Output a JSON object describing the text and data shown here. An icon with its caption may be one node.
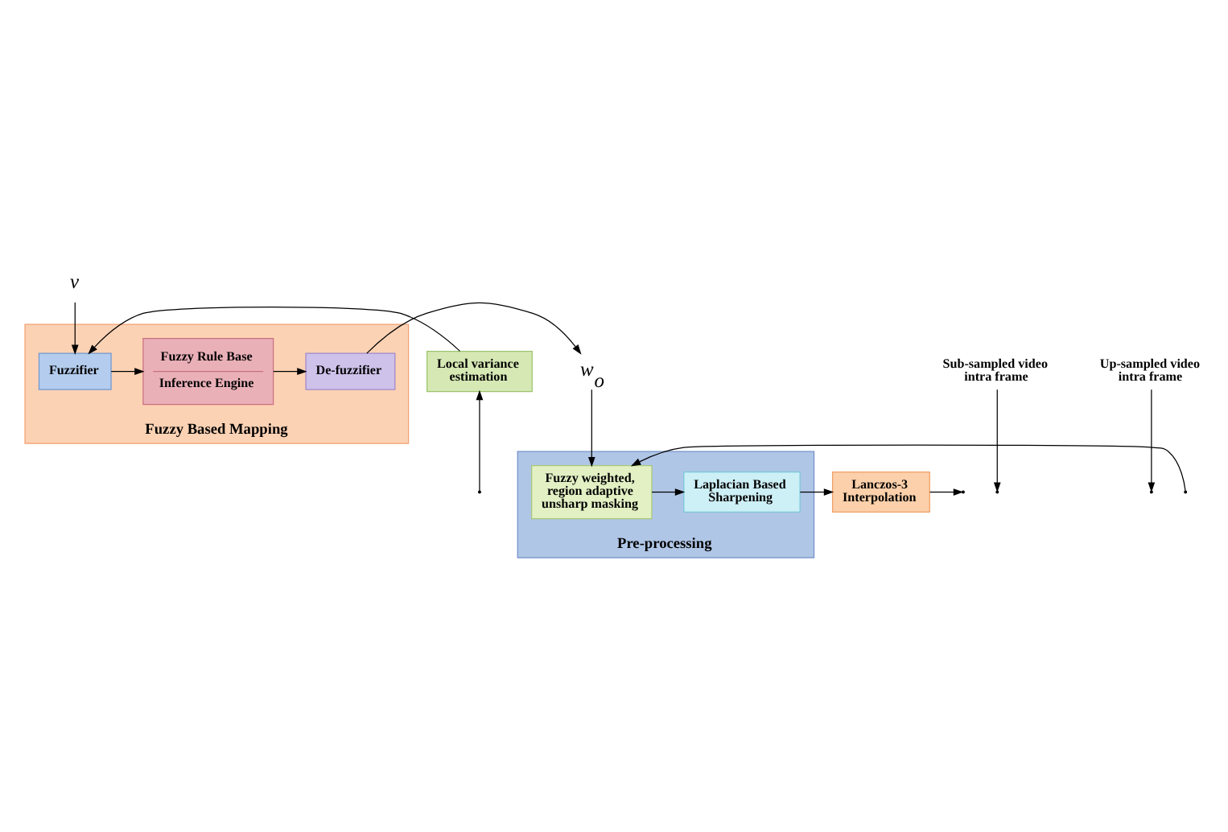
{
  "diagram": {
    "nodes": [
      {
        "text": [
          "Fuzzy Based Mapping"
        ]
      },
      {
        "text": [
          "Local variance estimation"
        ]
      },
      {
        "text": [
          "Fuzzifier"
        ],
        "in": 0
      },
      {
        "text": [
          "Fuzzy Rule Base",
          "Inference Engine"
        ],
        "in": 0
      },
      {
        "text": [
          "De-fuzzifier"
        ],
        "in": 0
      },
      {
        "text": [
          "Pre-processing"
        ]
      },
      {
        "text": [
          "Fuzzy weighted, region adaptive unsharp masking"
        ],
        "in": 5
      },
      {
        "text": [
          "Laplacian Based Sharpening"
        ],
        "in": 5
      },
      {
        "text": [
          "Lanczos-3 Interpolation"
        ]
      },
      {
        "text": [
          "v"
        ]
      },
      {
        "text": [
          "w$_{o}$"
        ]
      },
      {
        "text": [
          "Sub-sampled video intra frame"
        ]
      },
      {
        "text": [
          "Up-sampled video intra frame"
        ]
      }
    ],
    "edges": [
      {
        "from": null,
        "to": 6,
        "arrow": "to"
      },
      {
        "from": null,
        "to": 1,
        "arrow": "to"
      },
      {
        "from": 1,
        "to": 2,
        "arrow": "to"
      },
      {
        "from": 9,
        "to": 2,
        "arrow": "to"
      },
      {
        "from": 2,
        "to": 3,
        "arrow": "to"
      },
      {
        "from": 3,
        "to": 4,
        "arrow": "to"
      },
      {
        "from": 4,
        "to": 10,
        "arrow": "to"
      },
      {
        "from": 10,
        "to": 6,
        "arrow": "to"
      },
      {
        "from": 6,
        "to": 7,
        "arrow": "to"
      },
      {
        "from": 7,
        "to": 8,
        "arrow": "to"
      },
      {
        "from": 8,
        "to": null,
        "arrow": "to"
      },
      {
        "from": 11,
        "to": null,
        "arrow": "to"
      },
      {
        "from": 12,
        "to": null,
        "arrow": "to"
      }
    ]
  }
}
